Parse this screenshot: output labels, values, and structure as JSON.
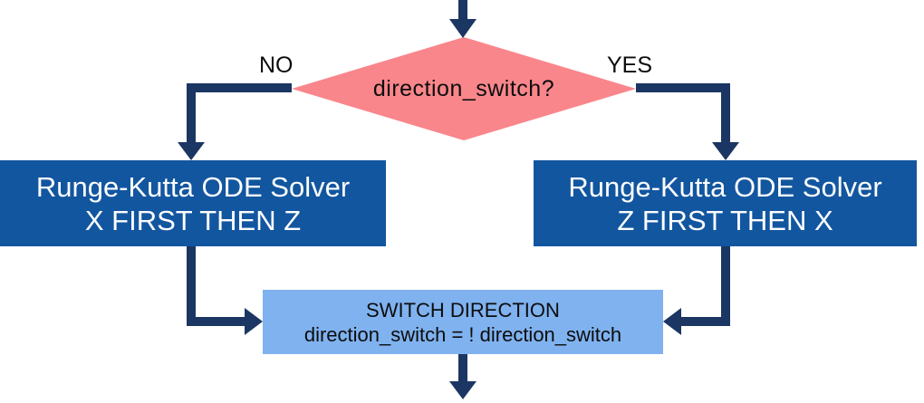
{
  "colors": {
    "arrow": "#1B3663",
    "decision_fill": "#F9868B",
    "process_fill": "#1256A0",
    "process_text": "#FDFDFD",
    "switch_fill": "#7FB2EF",
    "text_dark": "#0D0D0D"
  },
  "decision": {
    "label": "direction_switch?",
    "no_label": "NO",
    "yes_label": "YES"
  },
  "processes": {
    "left": {
      "line1": "Runge-Kutta ODE Solver",
      "line2": "X FIRST THEN Z"
    },
    "right": {
      "line1": "Runge-Kutta ODE Solver",
      "line2": "Z FIRST THEN X"
    }
  },
  "switch": {
    "line1": "SWITCH DIRECTION",
    "line2": "direction_switch = ! direction_switch"
  }
}
